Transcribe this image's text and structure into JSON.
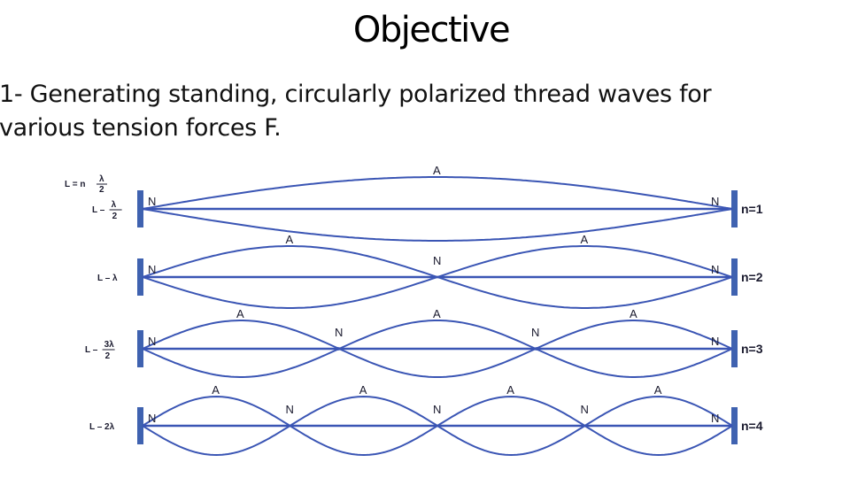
{
  "slide": {
    "title": "Objective",
    "body_line1": "1- Generating standing, circularly polarized thread waves for",
    "body_line2": "various tension forces F."
  },
  "diagram": {
    "colors": {
      "wave": "#3a55b4",
      "axis": "#3a55b4",
      "post": "#3f62b0",
      "text": "#1a1a2e"
    },
    "general_formula": {
      "main": "L = n",
      "num": "λ",
      "den": "2"
    },
    "node_label": "N",
    "antinode_label": "A",
    "rows": [
      {
        "n": 1,
        "mode_label": "n=1",
        "length_main": "L –",
        "length_num": "λ",
        "length_den": "2"
      },
      {
        "n": 2,
        "mode_label": "n=2",
        "length_main": "L – λ",
        "length_num": "",
        "length_den": ""
      },
      {
        "n": 3,
        "mode_label": "n=3",
        "length_main": "L –",
        "length_num": "3λ",
        "length_den": "2"
      },
      {
        "n": 4,
        "mode_label": "n=4",
        "length_main": "L – 2λ",
        "length_num": "",
        "length_den": ""
      }
    ]
  }
}
